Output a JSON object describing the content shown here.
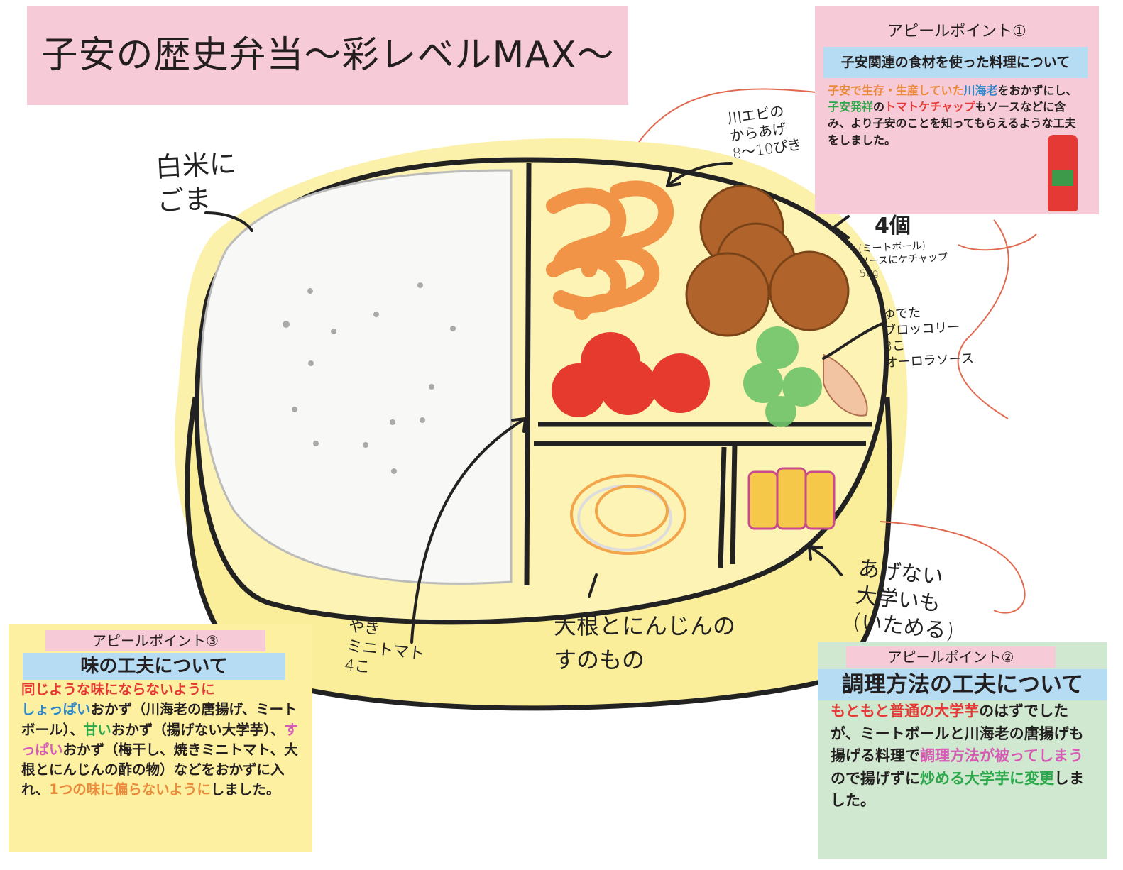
{
  "title": "子安の歴史弁当〜彩レベルMAX〜",
  "annotations": {
    "rice": "白米に\nごま",
    "shrimp": "川エビの\nからあげ\n8〜10ぴき",
    "meatball_count": "4個",
    "meatball_detail": "(ミートボール)\nソースにケチャップ\n50g",
    "broccoli": "ゆでた\nブロッコリー\n3こ\nオーロラソース",
    "sweet_potato": "あげない\n大学いも\n(いためる)",
    "sunomono": "大根とにんじんの\nすのもの",
    "tomato": "やき\nミニトマト\n4こ"
  },
  "appeal1": {
    "label": "アピールポイント①",
    "heading": "子安関連の食材を使った料理について",
    "body": [
      {
        "t": "子安で生存・生産していた",
        "c": "orange"
      },
      {
        "t": "川海老",
        "c": "blue"
      },
      {
        "t": "をおかずにし、",
        "c": ""
      },
      {
        "t": "子安発祥",
        "c": "green"
      },
      {
        "t": "の",
        "c": ""
      },
      {
        "t": "トマトケチャップ",
        "c": "red"
      },
      {
        "t": "もソースなどに含み、より子安のことを知ってもらえるような工夫をしました。",
        "c": ""
      }
    ]
  },
  "appeal2": {
    "label": "アピールポイント②",
    "heading": "調理方法の工夫について",
    "body": [
      {
        "t": "もともと普通の大学芋",
        "c": "red"
      },
      {
        "t": "のはずでしたが、ミートボールと川海老の唐揚げも揚げる料理で",
        "c": ""
      },
      {
        "t": "調理方法が被ってしまう",
        "c": "pink"
      },
      {
        "t": "ので揚げずに",
        "c": ""
      },
      {
        "t": "炒める大学芋に変更",
        "c": "green"
      },
      {
        "t": "しました。",
        "c": ""
      }
    ]
  },
  "appeal3": {
    "label": "アピールポイント③",
    "heading": "味の工夫について",
    "body": [
      {
        "t": "同じような味にならないように",
        "c": "red"
      },
      {
        "t": "\n",
        "c": ""
      },
      {
        "t": "しょっぱい",
        "c": "blue"
      },
      {
        "t": "おかず（川海老の唐揚げ、ミートボール）、",
        "c": ""
      },
      {
        "t": "甘い",
        "c": "green"
      },
      {
        "t": "おかず（揚げない大学芋）、",
        "c": ""
      },
      {
        "t": "すっぱい",
        "c": "pink"
      },
      {
        "t": "おかず（梅干し、焼きミニトマト、大根とにんじんの酢の物）などをおかずに入れ、",
        "c": ""
      },
      {
        "t": "1つの味に偏らないように",
        "c": "orange"
      },
      {
        "t": "しました。",
        "c": ""
      }
    ]
  },
  "colors": {
    "pink": "#f7cad7",
    "blue": "#b5dcf2",
    "yellow": "#fdf0a0",
    "green": "#cfe8cf"
  }
}
